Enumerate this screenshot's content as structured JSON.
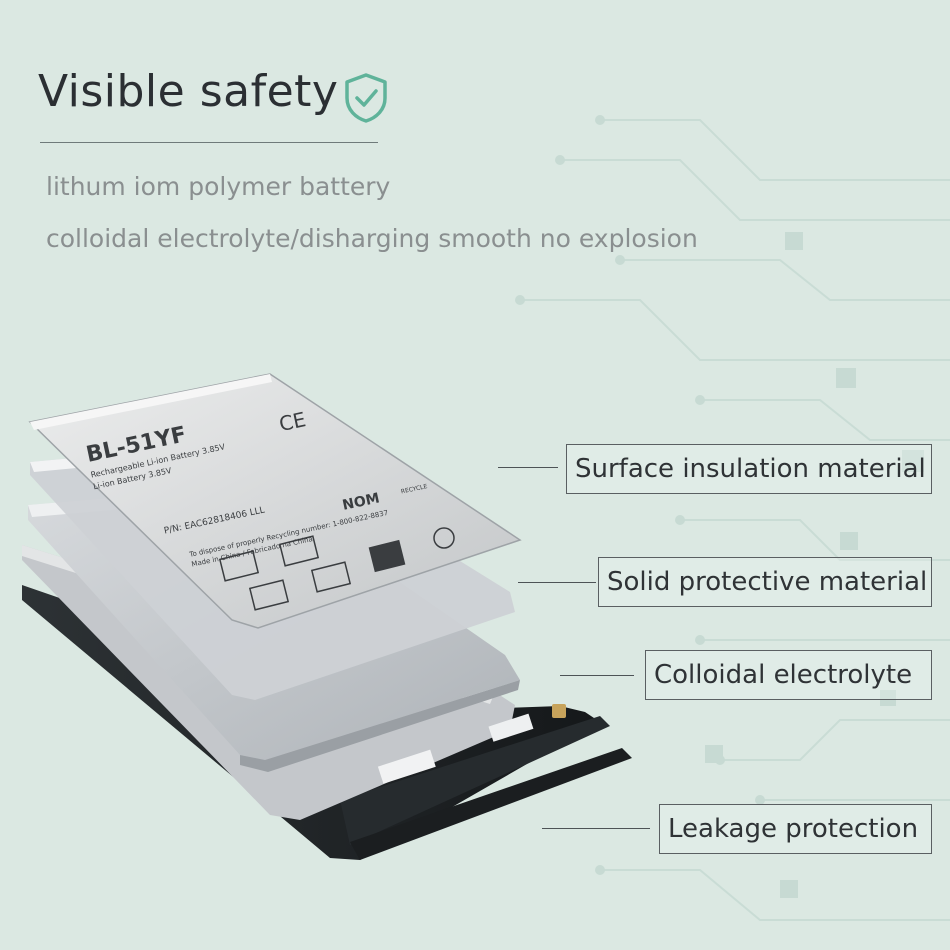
{
  "header": {
    "title": "Visible safety",
    "subtitle_1": "lithum iom polymer battery",
    "subtitle_2": "colloidal electrolyte/disharging smooth no explosion"
  },
  "callouts": {
    "surface": "Surface insulation material",
    "solid": "Solid protective material",
    "colloidal": "Colloidal electrolyte",
    "leakage": "Leakage protection"
  },
  "label": {
    "model": "BL-51YF",
    "line1": "Rechargeable Li-ion Battery 3.85V",
    "line2": "Li-ion Battery 3.85V",
    "line3": "P/N: EAC62818406 LLL",
    "line4": "To dispose of properly Recycling number: 1-800-822-8837",
    "line5": "Made in China / Fabricado na China",
    "ce_mark": "CE",
    "nom_mark": "NOM",
    "recycle_mark": "RECYCLE"
  },
  "colors": {
    "background": "#dbe8e2",
    "shield": "#5fb39a",
    "label_silver": "#d9dadb",
    "layer_gray": "#b8bcc0",
    "dark_case": "#1f2326"
  },
  "icons": {
    "shield": "shield-check-icon"
  }
}
